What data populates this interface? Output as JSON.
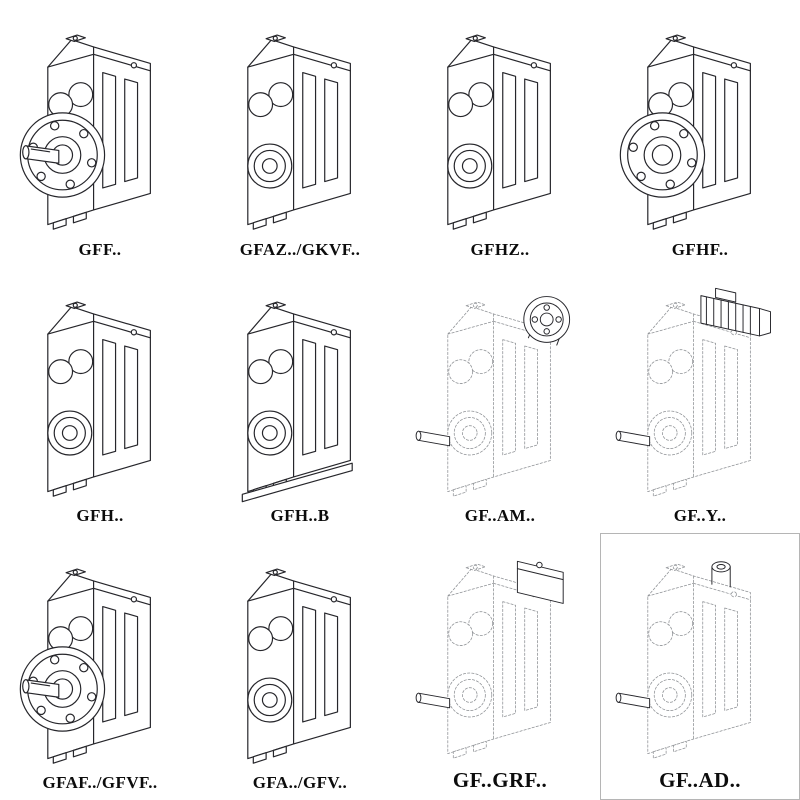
{
  "colors": {
    "background": "#ffffff",
    "line": "#26262b",
    "ghost_line": "#8f9296",
    "label_text": "#0c0c0c",
    "cell_border": "#b5b5b5"
  },
  "catalog": {
    "items": [
      {
        "label": "GFF..",
        "drawing": "flange-mounted-solid-shaft",
        "style": "solid"
      },
      {
        "label": "GFAZ../GKVF..",
        "drawing": "hollow-shaft",
        "style": "solid"
      },
      {
        "label": "GFHZ..",
        "drawing": "hollow-shaft",
        "style": "solid"
      },
      {
        "label": "GFHF..",
        "drawing": "flange-mounted-hollow",
        "style": "solid"
      },
      {
        "label": "GFH..",
        "drawing": "hollow-shaft",
        "style": "solid"
      },
      {
        "label": "GFH..B",
        "drawing": "hollow-shaft-with-base",
        "style": "solid"
      },
      {
        "label": "GF..AM..",
        "drawing": "motor-adapter-flange",
        "style": "dashed"
      },
      {
        "label": "GF..Y..",
        "drawing": "integral-motor",
        "style": "dashed"
      },
      {
        "label": "GFAF../GFVF..",
        "drawing": "flange-mounted-solid-shaft",
        "style": "solid"
      },
      {
        "label": "GFA../GFV..",
        "drawing": "hollow-shaft",
        "style": "solid"
      },
      {
        "label": "GF..GRF..",
        "drawing": "adapter-housing",
        "style": "dashed",
        "label_size": "large"
      },
      {
        "label": "GF..AD..",
        "drawing": "input-shaft-adapter",
        "style": "dashed",
        "label_size": "large",
        "bordered": true
      }
    ]
  }
}
